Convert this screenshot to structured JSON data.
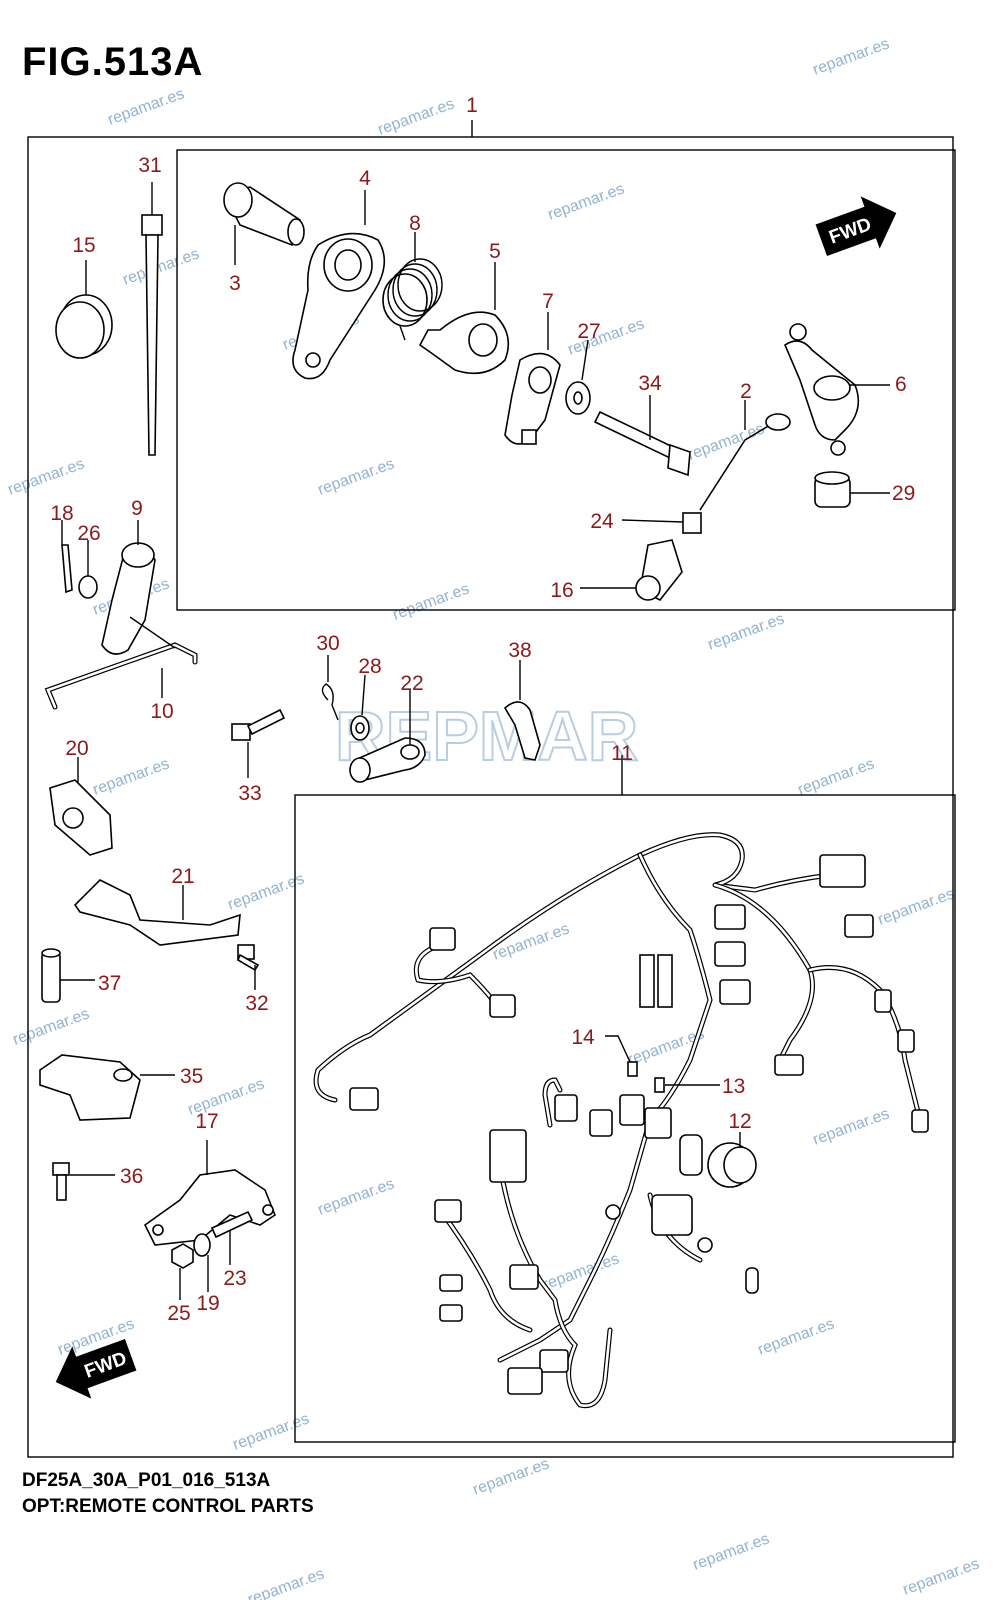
{
  "figure_title": "FIG.513A",
  "footer": {
    "model_code": "DF25A_30A_P01_016_513A",
    "description": "OPT:REMOTE CONTROL PARTS"
  },
  "fwd_label": "FWD",
  "watermark_text": "repamar.es",
  "logo_text": "REPMAR",
  "callouts": {
    "c1": "1",
    "c2": "2",
    "c3": "3",
    "c4": "4",
    "c5": "5",
    "c6": "6",
    "c7": "7",
    "c8": "8",
    "c9": "9",
    "c10": "10",
    "c11": "11",
    "c12": "12",
    "c13": "13",
    "c14": "14",
    "c15": "15",
    "c16": "16",
    "c17": "17",
    "c18": "18",
    "c19": "19",
    "c20": "20",
    "c21": "21",
    "c22": "22",
    "c23": "23",
    "c24": "24",
    "c25": "25",
    "c26": "26",
    "c27": "27",
    "c28": "28",
    "c29": "29",
    "c30": "30",
    "c31": "31",
    "c32": "32",
    "c33": "33",
    "c34": "34",
    "c35": "35",
    "c36": "36",
    "c37": "37",
    "c38": "38"
  },
  "colors": {
    "callout": "#8b1a1a",
    "watermark": "#7fa6c9",
    "line": "#000000"
  }
}
